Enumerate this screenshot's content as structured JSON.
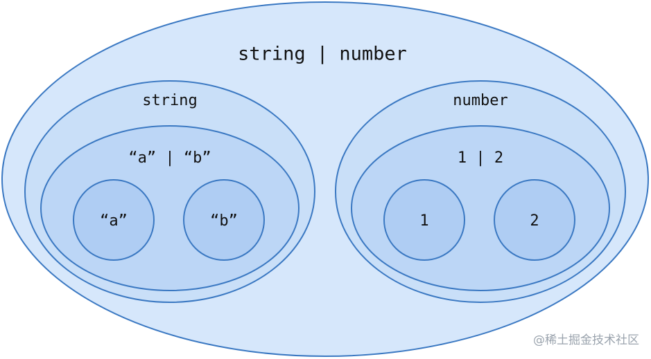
{
  "colors": {
    "outline": "#3a78c2",
    "fill_level_1": "#d6e7fb",
    "fill_level_2": "#c9dff8",
    "fill_level_3": "#bcd6f6",
    "fill_level_4": "#afcdf3"
  },
  "diagram": {
    "top_label": "string | number",
    "string_set": {
      "label": "string",
      "union_label": "“a” | “b”",
      "member_a": "“a”",
      "member_b": "“b”"
    },
    "number_set": {
      "label": "number",
      "union_label": "1 | 2",
      "member_1": "1",
      "member_2": "2"
    }
  },
  "watermark": "@稀土掘金技术社区"
}
